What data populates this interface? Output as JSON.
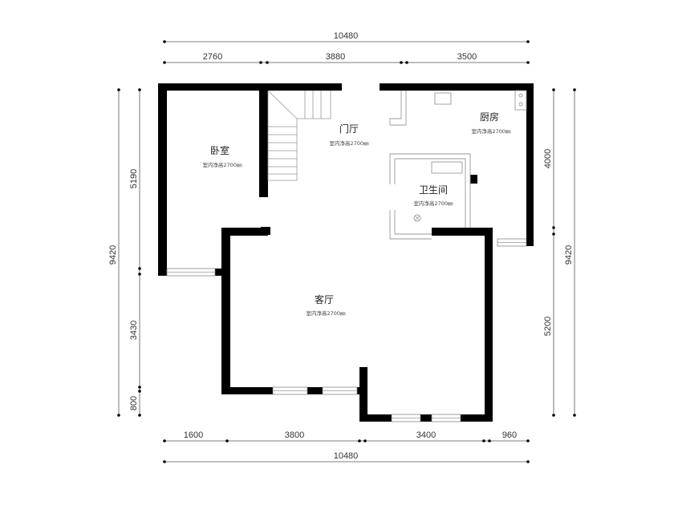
{
  "plan": {
    "dimensions": {
      "top_total": "10480",
      "top_seg_1": "2760",
      "top_seg_2": "3880",
      "top_seg_3": "3500",
      "bottom_total": "10480",
      "bottom_seg_1": "1600",
      "bottom_seg_2": "3800",
      "bottom_seg_3": "3400",
      "bottom_seg_4": "960",
      "left_total": "9420",
      "left_seg_1": "5190",
      "left_seg_2": "3430",
      "left_seg_3": "800",
      "right_total": "9420",
      "right_seg_1": "4000",
      "right_seg_2": "5200"
    },
    "rooms": {
      "bedroom": {
        "name": "卧室",
        "note": "室内净高2700㎜"
      },
      "foyer": {
        "name": "门厅",
        "note": "室内净高2700㎜"
      },
      "kitchen": {
        "name": "厨房",
        "note": "室内净高2700㎜"
      },
      "bathroom": {
        "name": "卫生间",
        "note": "室内净高2700㎜"
      },
      "living": {
        "name": "客厅",
        "note": "室内净高2700㎜"
      }
    }
  }
}
